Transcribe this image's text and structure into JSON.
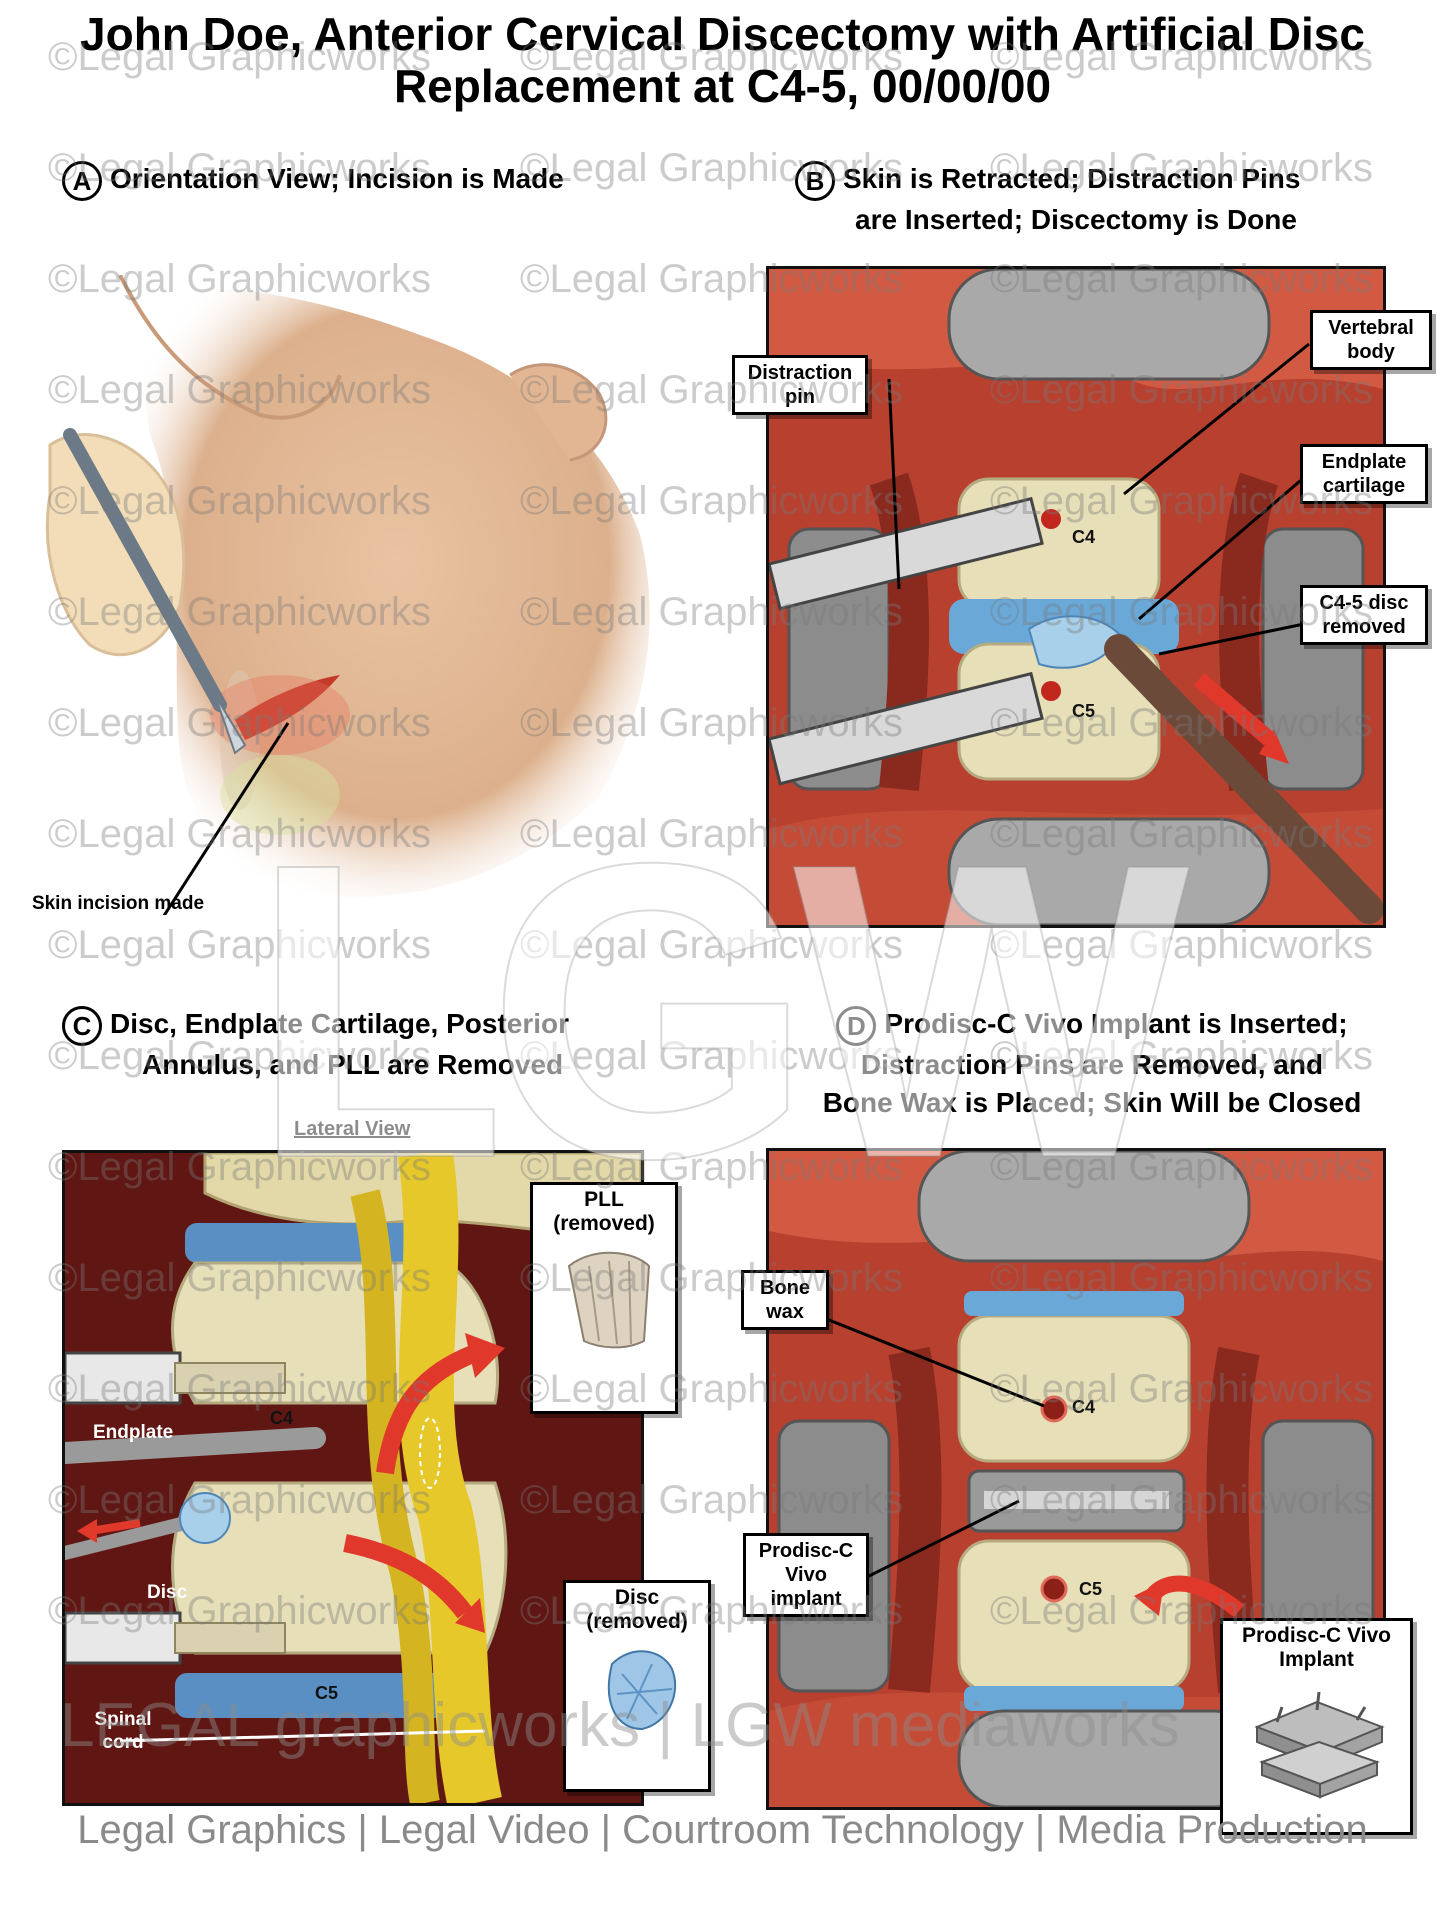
{
  "title_line1": "John Doe, Anterior Cervical Discectomy with Artificial Disc",
  "title_line2": "Replacement at C4-5, 00/00/00",
  "panels": {
    "a": {
      "letter": "A",
      "title": "Orientation View; Incision is Made",
      "labels": {
        "incision": "Skin incision made"
      }
    },
    "b": {
      "letter": "B",
      "title_line1": "Skin is Retracted; Distraction Pins",
      "title_line2": "are Inserted; Discectomy is Done",
      "labels": {
        "distraction_pin": "Distraction pin",
        "vertebral_body": "Vertebral body",
        "endplate_cartilage": "Endplate cartilage",
        "disc_removed": "C4-5 disc removed",
        "c4": "C4",
        "c5": "C5"
      }
    },
    "c": {
      "letter": "C",
      "title_line1": "Disc, Endplate Cartilage, Posterior",
      "title_line2": "Annulus, and PLL are Removed",
      "subtitle": "Lateral View",
      "labels": {
        "pll_removed": "PLL (removed)",
        "disc_removed": "Disc (removed)",
        "endplate": "Endplate",
        "disc": "Disc",
        "spinal_cord": "Spinal cord",
        "c4": "C4",
        "c5": "C5"
      }
    },
    "d": {
      "letter": "D",
      "title_line1": "Prodisc-C Vivo Implant is Inserted;",
      "title_line2": "Distraction Pins are Removed, and",
      "title_line3": "Bone Wax is Placed; Skin Will be Closed",
      "labels": {
        "bone_wax": "Bone wax",
        "implant_label": "Prodisc-C Vivo implant",
        "implant_inset": "Prodisc-C Vivo Implant",
        "c4": "C4",
        "c5": "C5"
      }
    }
  },
  "watermark": "©Legal Graphicworks",
  "logo_big": "LGW",
  "brand_line": "LEGAL graphicworks  |  LGW mediaworks",
  "footer": "Legal Graphics | Legal Video | Courtroom Technology | Media Production",
  "colors": {
    "tissue": "#b8402f",
    "bone": "#e6dfb8",
    "disc_blue": "#6aa8d8",
    "nerve_yellow": "#e6c82a",
    "metal": "#b8b8b8"
  }
}
